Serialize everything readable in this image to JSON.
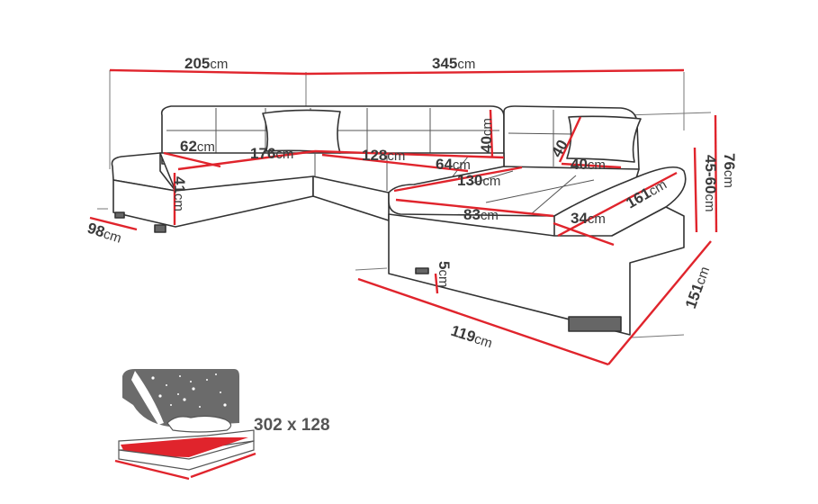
{
  "colors": {
    "dimension_line": "#e0242c",
    "outline": "#333333",
    "bed_fill": "#e0242c",
    "star_panel": "#6b6b6b"
  },
  "dimensions": {
    "left_width": {
      "value": "205",
      "unit": "cm"
    },
    "total_width": {
      "value": "345",
      "unit": "cm"
    },
    "left_seat_depth": {
      "value": "62",
      "unit": "cm"
    },
    "left_seat_width": {
      "value": "176",
      "unit": "cm"
    },
    "middle_seat_width": {
      "value": "128",
      "unit": "cm"
    },
    "middle_seat_depth": {
      "value": "64",
      "unit": "cm"
    },
    "backrest_height": {
      "value": "40",
      "unit": "cm"
    },
    "cushion_height": {
      "value": "40",
      "unit": "cm"
    },
    "cushion_width": {
      "value": "40",
      "unit": "cm"
    },
    "total_height": {
      "value": "76",
      "unit": "cm"
    },
    "seat_height": {
      "value": "45-60",
      "unit": "cm"
    },
    "chaise_seat_width": {
      "value": "130",
      "unit": "cm"
    },
    "chaise_seat_depth": {
      "value": "161",
      "unit": "cm"
    },
    "left_seat_height": {
      "value": "41",
      "unit": "cm"
    },
    "chaise_front_width": {
      "value": "83",
      "unit": "cm"
    },
    "armrest_width": {
      "value": "34",
      "unit": "cm"
    },
    "leg_height": {
      "value": "5",
      "unit": "cm"
    },
    "left_depth": {
      "value": "98",
      "unit": "cm"
    },
    "chaise_width": {
      "value": "119",
      "unit": "cm"
    },
    "chaise_length": {
      "value": "151",
      "unit": "cm"
    }
  },
  "sleeping_area": {
    "label": "302 x 128",
    "icon": "bed-function-icon"
  }
}
